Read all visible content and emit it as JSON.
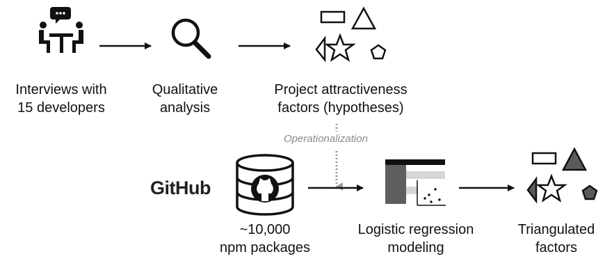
{
  "labels": {
    "interviews": [
      "Interviews with",
      "15 developers"
    ],
    "analysis": [
      "Qualitative",
      "analysis"
    ],
    "factors": [
      "Project attractiveness",
      "factors (hypotheses)"
    ],
    "operationalization": "Operationalization",
    "github": "GitHub",
    "packages": [
      "~10,000",
      "npm packages"
    ],
    "regression": [
      "Logistic regression",
      "modeling"
    ],
    "triangulated": [
      "Triangulated",
      "factors"
    ]
  },
  "icons": {
    "interviews": "people-talking-icon",
    "analysis": "magnifier-icon",
    "factors": "shapes-outline-icon",
    "packages": "database-github-icon",
    "regression": "regression-plot-icon",
    "triangulated": "shapes-filled-icon"
  },
  "colors": {
    "ink": "#111111",
    "muted": "#8a8a8a",
    "filled_shape": "#5a5a5a",
    "bar_dark": "#5e5e5e",
    "bar_light": "#d6d6d6"
  }
}
